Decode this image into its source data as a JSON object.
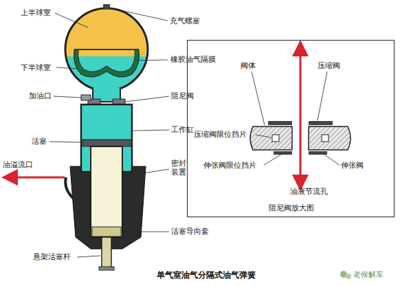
{
  "diagram": {
    "caption": "单气室油气分隔式油气弹簧",
    "nodes": [
      {
        "text": [
          "阻尼阀放大图"
        ]
      }
    ],
    "labels": [
      "上半球室",
      "充气螺塞",
      "橡胶油气隔膜",
      "下半球室",
      "加油口",
      "阻尼阀",
      "工作缸",
      "活塞",
      "油溢流口",
      "密封 装置",
      "活塞导向套",
      "悬架活塞杆",
      "阀体",
      "压缩阀",
      "压缩阀限位挡片",
      "伸张阀限位挡片",
      "伸张阀",
      "油液节流孔",
      "老侯解车"
    ]
  }
}
